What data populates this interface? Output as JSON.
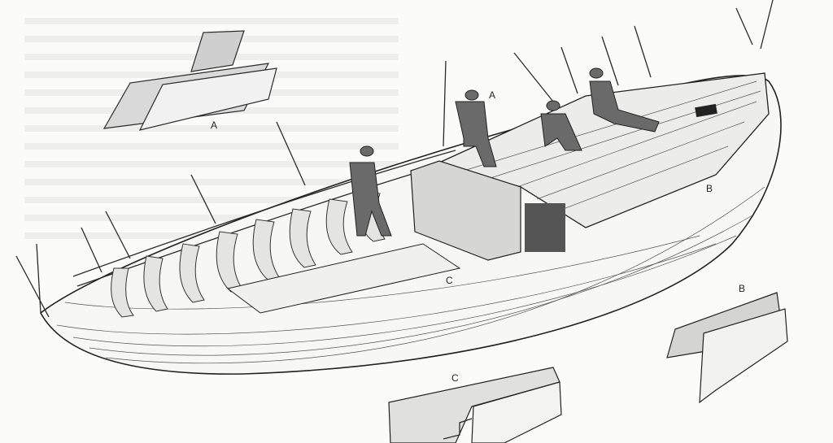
{
  "illustration": {
    "subject": "boat-building-cutaway",
    "labels": {
      "detail_a": "A",
      "boat_a": "A",
      "boat_b": "B",
      "detail_b": "B",
      "boat_c": "C",
      "detail_c": "C"
    }
  }
}
